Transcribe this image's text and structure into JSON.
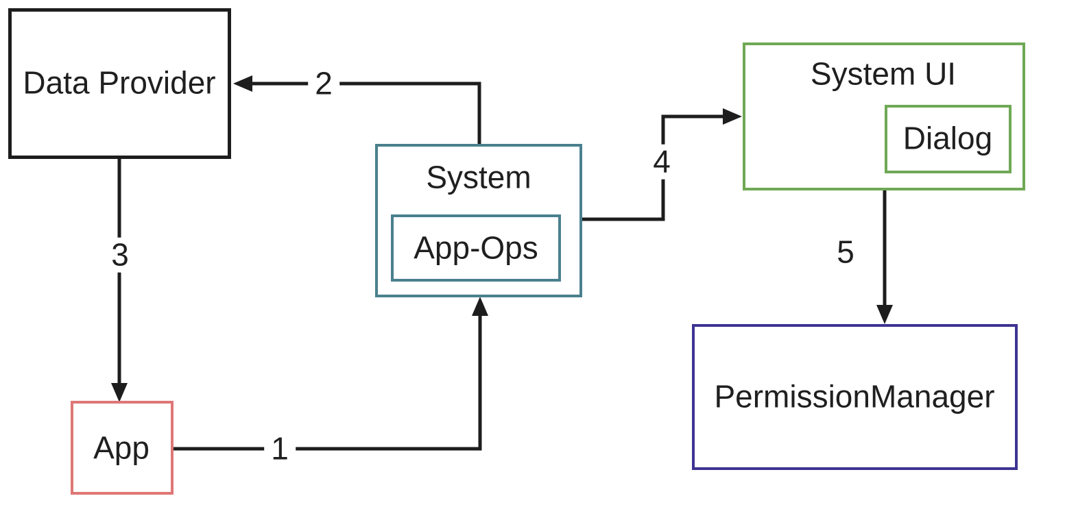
{
  "diagram": {
    "colors": {
      "background": "#ffffff",
      "ink": "#1d1d1d",
      "text": "#1f1f1f"
    },
    "nodes": {
      "data_provider": {
        "label": "Data Provider",
        "border_color": "#1d1d1d"
      },
      "app": {
        "label": "App",
        "border_color": "#df7676"
      },
      "system": {
        "label": "System",
        "border_color": "#4a808e"
      },
      "app_ops": {
        "label": "App-Ops",
        "border_color": "#4a808e"
      },
      "system_ui": {
        "label": "System UI",
        "border_color": "#6fa855"
      },
      "dialog": {
        "label": "Dialog",
        "border_color": "#6fa855"
      },
      "permission_manager": {
        "label": "PermissionManager",
        "border_color": "#3d3393"
      }
    },
    "edges": [
      {
        "label": "1",
        "from": "app",
        "to": "system"
      },
      {
        "label": "2",
        "from": "system",
        "to": "data_provider"
      },
      {
        "label": "3",
        "from": "data_provider",
        "to": "app"
      },
      {
        "label": "4",
        "from": "system",
        "to": "system_ui"
      },
      {
        "label": "5",
        "from": "system_ui",
        "to": "permission_manager"
      }
    ]
  }
}
